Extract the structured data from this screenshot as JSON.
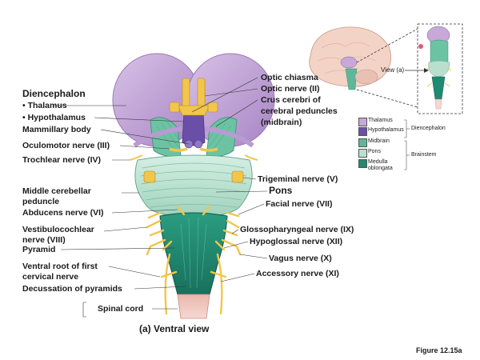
{
  "labels_left": {
    "diencephalon": "Diencephalon",
    "thalamus": "• Thalamus",
    "hypothalamus": "• Hypothalamus",
    "mammillary": "Mammillary body",
    "oculomotor": "Oculomotor nerve (III)",
    "trochlear": "Trochlear nerve (IV)",
    "mid_cereb_1": "Middle cerebellar",
    "mid_cereb_2": "peduncle",
    "abducens": "Abducens nerve (VI)",
    "vestibulo_1": "Vestibulocochlear",
    "vestibulo_2": "nerve (VIII)",
    "pyramid": "Pyramid",
    "ventral_root_1": "Ventral root of first",
    "ventral_root_2": "cervical nerve",
    "decussation": "Decussation of pyramids",
    "spinal_cord": "Spinal cord"
  },
  "labels_right": {
    "optic_chiasma": "Optic chiasma",
    "optic_nerve": "Optic nerve (II)",
    "crus_1": "Crus cerebri of",
    "crus_2": "cerebral peduncles",
    "crus_3": "(midbrain)",
    "trigeminal": "Trigeminal nerve (V)",
    "pons": "Pons",
    "facial": "Facial nerve (VII)",
    "glosso": "Glossopharyngeal nerve (IX)",
    "hypoglossal": "Hypoglossal nerve (XII)",
    "vagus": "Vagus nerve (X)",
    "accessory": "Accessory nerve (XI)"
  },
  "caption": "(a) Ventral view",
  "figure_number": "Figure 12.15a",
  "inset": {
    "view_label": "View (a)"
  },
  "legend": {
    "items": [
      {
        "label": "Thalamus",
        "color": "#c7a8d8"
      },
      {
        "label": "Hypothalamus",
        "color": "#6a4fa8"
      },
      {
        "label": "Midbrain",
        "color": "#5fb79a"
      },
      {
        "label": "Pons",
        "color": "#b9e0cf"
      },
      {
        "label": "Medulla oblongata",
        "color": "#1f8a72"
      }
    ],
    "group_diencephalon": "Diencephalon",
    "group_brainstem": "Brainstem"
  }
}
